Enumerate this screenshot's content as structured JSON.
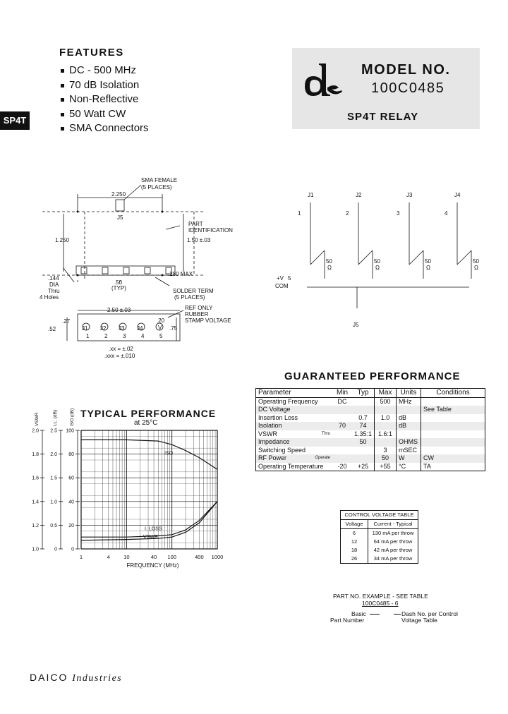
{
  "side_tab": "SP4T",
  "features": {
    "title": "FEATURES",
    "items": [
      "DC - 500 MHz",
      "70 dB Isolation",
      "Non-Reflective",
      "50 Watt CW",
      "SMA Connectors"
    ]
  },
  "model": {
    "label": "MODEL NO.",
    "number": "100C0485",
    "type": "SP4T RELAY"
  },
  "outline": {
    "sma_female": "SMA FEMALE",
    "five_places": "(5 PLACES)",
    "dim_2250": "2.250",
    "j5": "J5",
    "part_id_1": "PART",
    "part_id_2": "IDENTIFICATION",
    "dim_1250": "1.250",
    "dim_150": "1.50 ±.03",
    "dim_280": ".280 MAX",
    "dia_1": ".144",
    "dia_2": "DIA",
    "dia_3": "Thru",
    "dia_4": "4 Holes",
    "dim_50": ".50",
    "typ": "(TYP)",
    "solder_1": "SOLDER TERM",
    "solder_2": "(5 PLACES)",
    "dim_250": "2.50 ±.03",
    "ref_1": "REF ONLY",
    "ref_2": "RUBBER",
    "ref_3": "STAMP VOLTAGE",
    "dim_27": ".27",
    "dim_52": ".52",
    "dim_20": ".20",
    "v": "V",
    "dim_75": ".75",
    "labels_j": [
      "J1",
      "J2",
      "J3",
      "J4"
    ],
    "labels_pins": [
      "1",
      "2",
      "3",
      "4",
      "5"
    ],
    "tol_1": ".xx = ±.02",
    "tol_2": ".xxx = ±.010"
  },
  "schematic": {
    "ports": [
      "J1",
      "J2",
      "J3",
      "J4"
    ],
    "pins": [
      "1",
      "2",
      "3",
      "4"
    ],
    "ohm": "50",
    "ohm_sym": "Ω",
    "vplus": "+V",
    "pin5": "5",
    "com": "COM",
    "j5": "J5"
  },
  "guaranteed": {
    "title": "GUARANTEED PERFORMANCE",
    "headers": [
      "Parameter",
      "Min",
      "Typ",
      "Max",
      "Units",
      "Conditions"
    ],
    "rows": [
      {
        "p": "Operating Frequency",
        "note": "",
        "min": "DC",
        "typ": "",
        "max": "500",
        "units": "MHz",
        "cond": ""
      },
      {
        "p": "DC Voltage",
        "note": "",
        "min": "",
        "typ": "",
        "max": "",
        "units": "",
        "cond": "See Table"
      },
      {
        "p": "Insertion Loss",
        "note": "",
        "min": "",
        "typ": "0.7",
        "max": "1.0",
        "units": "dB",
        "cond": ""
      },
      {
        "p": "Isolation",
        "note": "",
        "min": "70",
        "typ": "74",
        "max": "",
        "units": "dB",
        "cond": ""
      },
      {
        "p": "VSWR",
        "note": "Thru",
        "min": "",
        "typ": "1.35:1",
        "max": "1.6:1",
        "units": "",
        "cond": ""
      },
      {
        "p": "Impedance",
        "note": "",
        "min": "",
        "typ": "50",
        "max": "",
        "units": "OHMS",
        "cond": ""
      },
      {
        "p": "Switching Speed",
        "note": "",
        "min": "",
        "typ": "",
        "max": "3",
        "units": "mSEC",
        "cond": ""
      },
      {
        "p": "RF Power",
        "note": "Operate",
        "min": "",
        "typ": "",
        "max": "50",
        "units": "W",
        "cond": "CW"
      },
      {
        "p": "Operating Temperature",
        "note": "",
        "min": "-20",
        "typ": "+25",
        "max": "+55",
        "units": "°C",
        "cond": "TA"
      }
    ]
  },
  "control_table": {
    "title": "CONTROL VOLTAGE TABLE",
    "headers": [
      "Voltage",
      "Current - Typical"
    ],
    "rows": [
      [
        "6",
        "130 mA per throw"
      ],
      [
        "12",
        "64 mA per throw"
      ],
      [
        "18",
        "42 mA per throw"
      ],
      [
        "26",
        "34 mA per throw"
      ]
    ]
  },
  "part_example": {
    "title": "PART NO. EXAMPLE - SEE TABLE",
    "example": "100C0485 - 6",
    "basic_1": "Basic",
    "basic_2": "Part Number",
    "dash_1": "Dash No. per Control",
    "dash_2": "Voltage Table"
  },
  "footer": {
    "brand": "DAICO",
    "suffix": "Industries"
  },
  "chart_data": {
    "type": "line",
    "title": "TYPICAL PERFORMANCE",
    "subtitle": "at 25°C",
    "xlabel": "FREQUENCY (MHz)",
    "x_scale": "log",
    "xlim": [
      1,
      1000
    ],
    "x_ticks": [
      "1",
      "4",
      "10",
      "40",
      "100",
      "400",
      "1000"
    ],
    "axes": [
      {
        "label": "VSWR",
        "ticks": [
          "1.0",
          "1.2",
          "1.4",
          "1.6",
          "1.8",
          "2.0"
        ],
        "range": [
          1.0,
          2.0
        ]
      },
      {
        "label": "I.L. (dB)",
        "ticks": [
          "0",
          "0.5",
          "1.0",
          "1.5",
          "2.0",
          "2.5"
        ],
        "range": [
          0,
          2.5
        ]
      },
      {
        "label": "ISO (dB)",
        "ticks": [
          "0",
          "20",
          "40",
          "60",
          "80",
          "100"
        ],
        "range": [
          0,
          100
        ]
      }
    ],
    "grid": true,
    "series": [
      {
        "name": "ISO",
        "axis": "ISO (dB)",
        "x": [
          1,
          10,
          50,
          100,
          200,
          400,
          1000
        ],
        "y": [
          92,
          92,
          91,
          88,
          83,
          77,
          67
        ]
      },
      {
        "name": "I. LOSS",
        "axis": "I.L. (dB)",
        "x": [
          1,
          10,
          50,
          100,
          200,
          400,
          1000
        ],
        "y": [
          0.18,
          0.2,
          0.22,
          0.25,
          0.35,
          0.55,
          1.0
        ]
      },
      {
        "name": "VSWR",
        "axis": "VSWR",
        "x": [
          1,
          10,
          50,
          100,
          200,
          400,
          1000
        ],
        "y": [
          1.1,
          1.1,
          1.11,
          1.12,
          1.16,
          1.24,
          1.4
        ]
      }
    ]
  }
}
